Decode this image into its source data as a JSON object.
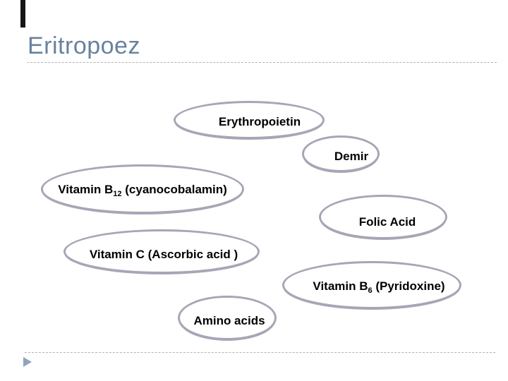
{
  "slide": {
    "title": "Eritropoez",
    "colors": {
      "title": "#68829e",
      "ellipse-border": "#a6a6b6",
      "rule": "#b3b3b3",
      "triangle": "#8ea6bc",
      "bar": "#161616"
    },
    "ellipses": [
      {
        "name": "erythropoietin",
        "pre": "Erythropoietin",
        "sub": "",
        "post": ""
      },
      {
        "name": "demir",
        "pre": "Demir",
        "sub": "",
        "post": ""
      },
      {
        "name": "vitamin-b12",
        "pre": "Vitamin B",
        "sub": "12",
        "post": " (cyanocobalamin)"
      },
      {
        "name": "folic-acid",
        "pre": "Folic Acid",
        "sub": "",
        "post": ""
      },
      {
        "name": "vitamin-c",
        "pre": "Vitamin C (Ascorbic acid )",
        "sub": "",
        "post": ""
      },
      {
        "name": "vitamin-b6",
        "pre": "Vitamin B",
        "sub": "6",
        "post": " (Pyridoxine)"
      },
      {
        "name": "amino-acids",
        "pre": "Amino acids",
        "sub": "",
        "post": ""
      }
    ]
  }
}
